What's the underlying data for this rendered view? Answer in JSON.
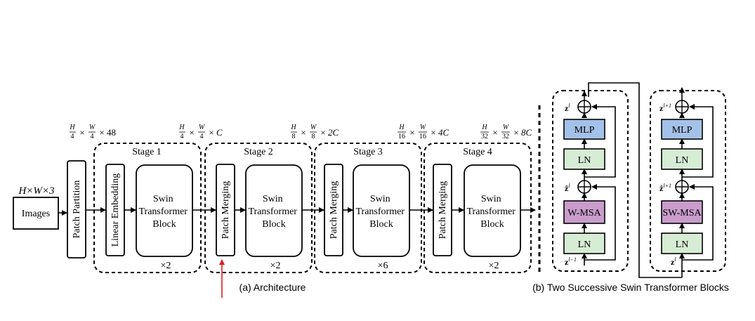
{
  "colors": {
    "mlp": "#a4c2e9",
    "ln": "#d6ecd4",
    "msa": "#c99ccc",
    "pointer": "#e01b1b"
  },
  "arch": {
    "input": {
      "shape_main": "H×W×3",
      "box": "Images"
    },
    "patch_partition": "Patch Partition",
    "linear_embedding": "Linear Embedding",
    "patch_merging": "Patch Merging",
    "swin_block": [
      "Swin",
      "Transformer",
      "Block"
    ],
    "stages": [
      {
        "title": "Stage 1",
        "repeat": "×2",
        "dims": {
          "h": "H",
          "hd": "4",
          "w": "W",
          "wd": "4",
          "c": "48"
        }
      },
      {
        "title": "Stage 2",
        "repeat": "×2",
        "dims": {
          "h": "H",
          "hd": "4",
          "w": "W",
          "wd": "4",
          "c": "C"
        }
      },
      {
        "title": "Stage 3",
        "repeat": "×6",
        "dims": {
          "h": "H",
          "hd": "8",
          "w": "W",
          "wd": "8",
          "c": "2C"
        }
      },
      {
        "title": "Stage 4",
        "repeat": "×2",
        "dims": {
          "h": "H",
          "hd": "16",
          "w": "W",
          "wd": "16",
          "c": "4C"
        }
      }
    ],
    "final_dims": {
      "h": "H",
      "hd": "32",
      "w": "W",
      "wd": "32",
      "c": "8C"
    },
    "caption": "(a) Architecture"
  },
  "blocks": {
    "left": {
      "mlp": "MLP",
      "ln_top": "LN",
      "msa": "W-MSA",
      "ln_bottom": "LN",
      "z_out": "z",
      "z_out_sup": "l",
      "z_mid": "ẑ",
      "z_mid_sup": "l",
      "z_in": "z",
      "z_in_sup": "l−1"
    },
    "right": {
      "mlp": "MLP",
      "ln_top": "LN",
      "msa": "SW-MSA",
      "ln_bottom": "LN",
      "z_out": "z",
      "z_out_sup": "l+1",
      "z_mid": "ẑ",
      "z_mid_sup": "l+1",
      "z_in": "z",
      "z_in_sup": "l"
    },
    "caption": "(b) Two Successive Swin Transformer Blocks"
  }
}
